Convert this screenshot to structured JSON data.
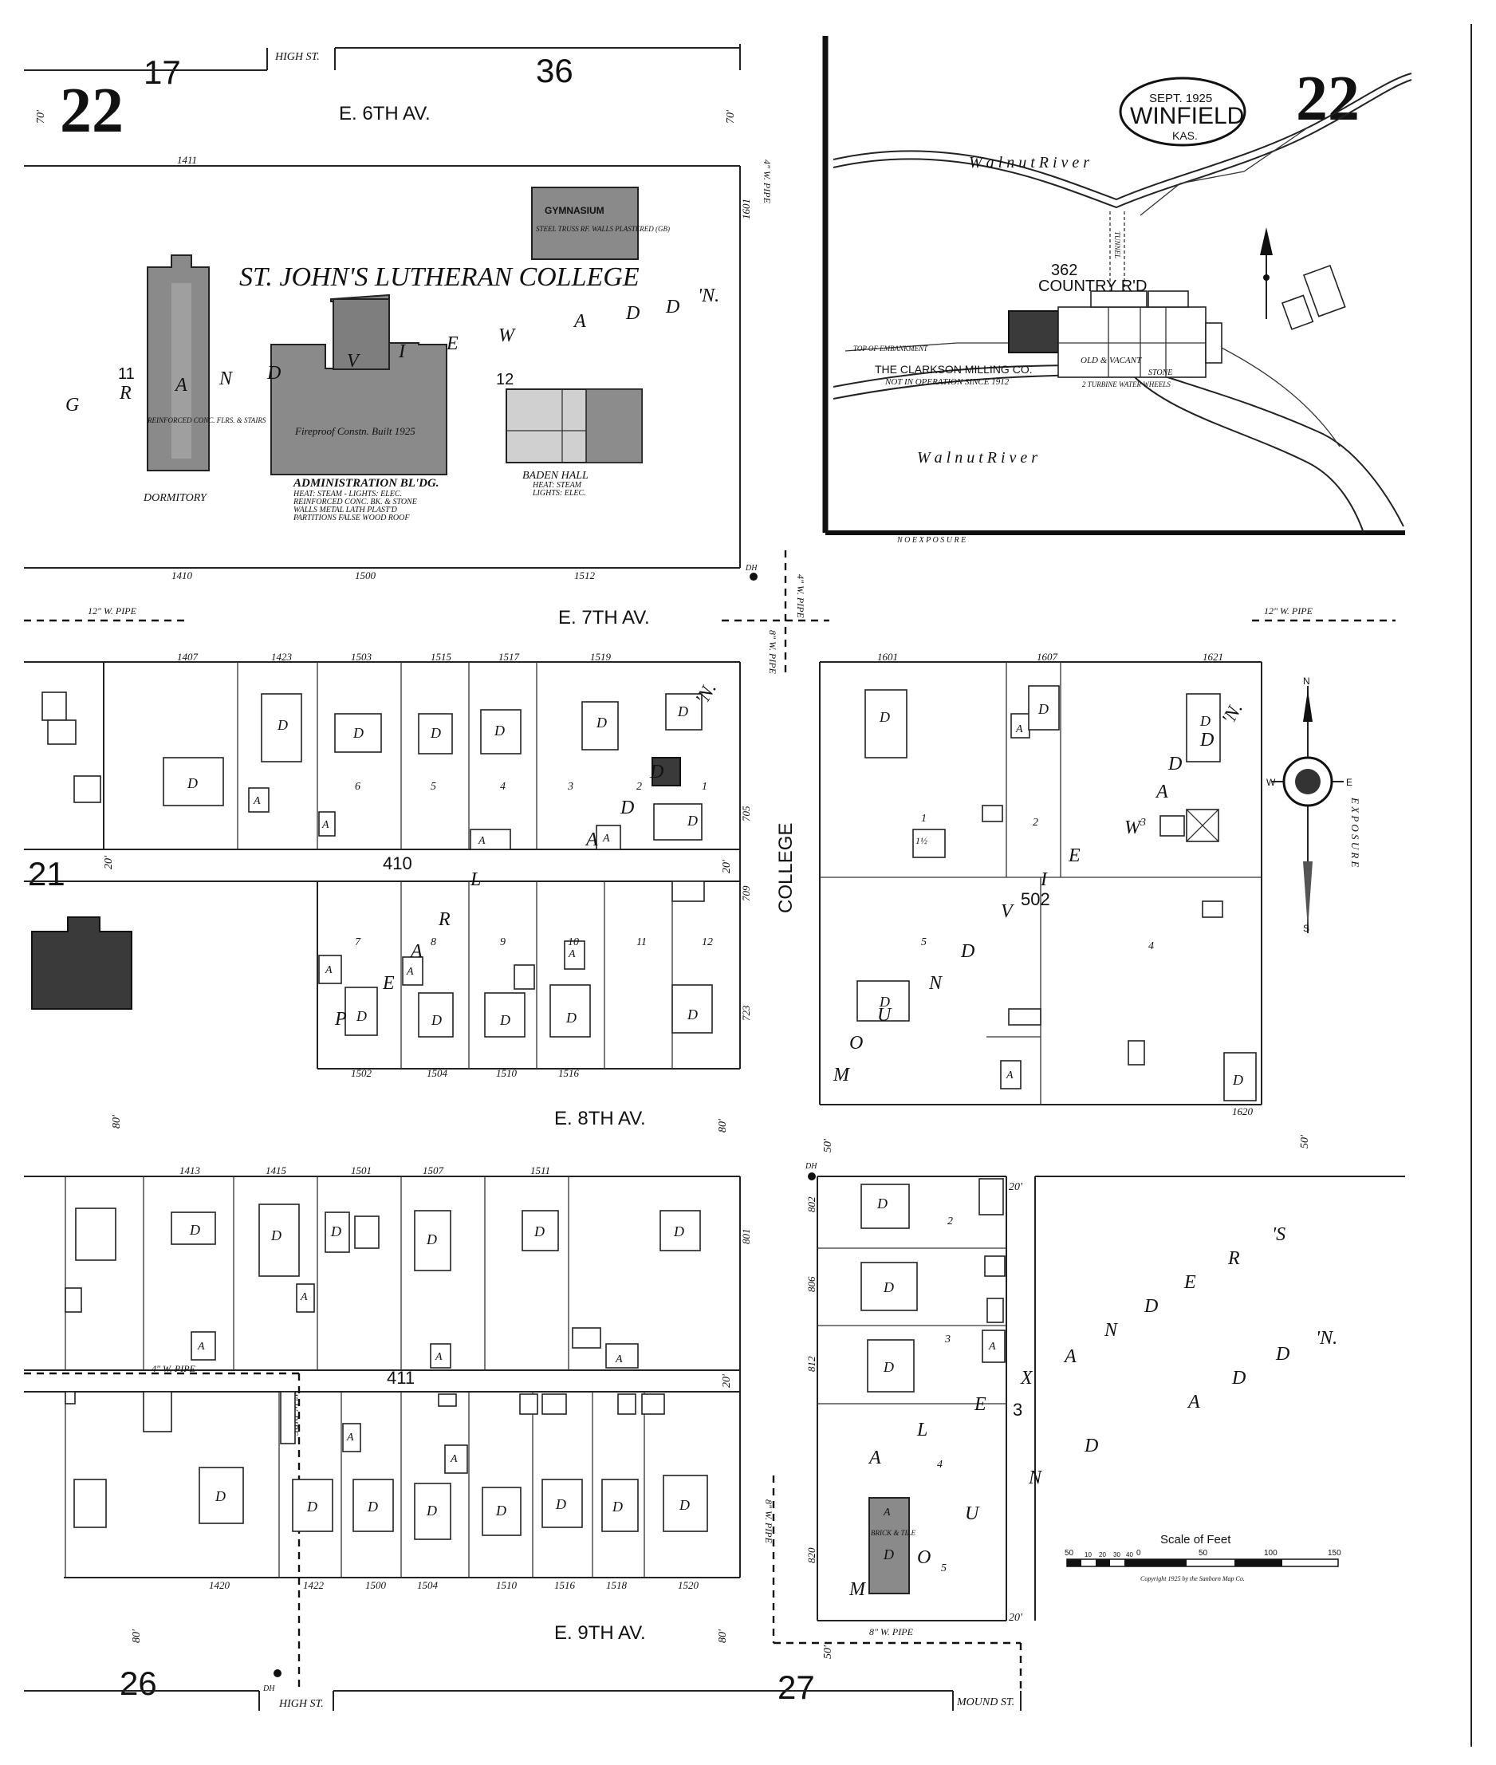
{
  "sheet": {
    "sheet_number": "22",
    "sheet_number_right": "22",
    "adjacent_sheets": {
      "top_left": "17",
      "top_mid": "36",
      "left": "21",
      "bottom_left": "26",
      "bottom_mid": "27"
    }
  },
  "title_block": {
    "date": "SEPT. 1925",
    "city": "WINFIELD",
    "state": "KAS."
  },
  "streets": {
    "e6": "E. 6TH AV.",
    "e7": "E. 7TH AV.",
    "e8": "E. 8TH AV.",
    "e9": "E. 9TH AV.",
    "college": "COLLEGE",
    "high_top": "HIGH ST.",
    "high_bottom": "HIGH ST.",
    "mound": "MOUND ST.",
    "country_rd": "COUNTRY R'D"
  },
  "blocks": {
    "b410": "410",
    "b411": "411",
    "b502": "502",
    "b3": "3",
    "b362": "362",
    "b12": "12"
  },
  "additions": {
    "grandview": "G R A N D V I E W  A D D' N.",
    "pearl": "P E A R L  A D D' N.",
    "moundview": "M O U N D V I E W  A D D' N.",
    "moundview_letters": [
      "M",
      "O",
      "U",
      "N",
      "D",
      "V",
      "I",
      "E",
      "W",
      "A",
      "D",
      "D",
      "'N."
    ],
    "alexanders": "A L E X A N D E R' S  A D D' N.",
    "mound_letters": [
      "M",
      "O",
      "U",
      "N",
      "D"
    ],
    "grand_letters": [
      "G",
      "R",
      "A",
      "N",
      "D"
    ],
    "view_letters": [
      "V",
      "I",
      "E",
      "W"
    ],
    "add_letters": [
      "A",
      "D",
      "D",
      "'N."
    ],
    "pearl_letters": [
      "P",
      "E",
      "A",
      "R",
      "L"
    ],
    "pearl_add": [
      "A",
      "D",
      "D",
      "'N."
    ],
    "alex_letters": [
      "A",
      "L",
      "E",
      "X",
      "A",
      "N",
      "D",
      "E",
      "R",
      "'S"
    ],
    "alex_add": [
      "A",
      "D",
      "D",
      "'N."
    ]
  },
  "college": {
    "name": "ST. JOHN'S LUTHERAN COLLEGE",
    "gymnasium": "GYMNASIUM",
    "gymnasium_note": "STEEL TRUSS RF. WALLS PLASTERED (GB)",
    "dormitory": "DORMITORY",
    "dormitory_note": "REINFORCED CONC. FLRS. & STAIRS",
    "admin": "ADMINISTRATION BL'DG.",
    "admin_note1": "HEAT: STEAM - LIGHTS: ELEC.",
    "admin_note2": "REINFORCED CONC. BK. & STONE",
    "admin_note3": "WALLS METAL LATH PLAST'D",
    "admin_note4": "PARTITIONS FALSE WOOD ROOF",
    "admin_build": "Fireproof Constn. Built 1925",
    "baden": "BADEN HALL",
    "baden_note1": "HEAT: STEAM",
    "baden_note2": "LIGHTS: ELEC.",
    "lot11": "11"
  },
  "inset": {
    "river_top": "W a l n u t   R i v e r",
    "river_bottom": "W a l n u t   R i v e r",
    "mill": "THE CLARKSON MILLING CO.",
    "mill_note": "NOT IN OPERATION SINCE 1912",
    "turbine": "2 TURBINE WATER WHEELS",
    "old_vacant": "OLD & VACANT",
    "stone": "STONE",
    "tunnel": "TUNNEL",
    "embankment_top": "TOP OF EMBANKMENT",
    "n_exposure": "N O   E X P O S U R E"
  },
  "pipes": {
    "p12_left": "12\" W. PIPE",
    "p12_right": "12\" W. PIPE",
    "p4_vertical_top": "4\" W. PIPE",
    "p4_top": "4\" W. PIPE",
    "p8_college": "8\" W. PIPE",
    "p4_411": "4\" W. PIPE",
    "p4_high": "4\" W. PIPE",
    "p8_bottom": "8\" W. PIPE",
    "p8_vertical": "8\" W. PIPE"
  },
  "addresses": {
    "e6_row": [
      "1411"
    ],
    "e7_north": [
      "1410",
      "1500",
      "1512"
    ],
    "e7_south": [
      "1407",
      "1423",
      "1503",
      "1515",
      "1517",
      "1519"
    ],
    "e7_south_east": [
      "1601",
      "1607",
      "1621"
    ],
    "e8_north": [
      "1502",
      "1504",
      "1510",
      "1516"
    ],
    "e8_east": [
      "1620"
    ],
    "e8_south": [
      "1413",
      "1415",
      "1501",
      "1507",
      "1511"
    ],
    "e9_north": [
      "1420",
      "1422",
      "1500",
      "1504",
      "1510",
      "1516",
      "1518",
      "1520"
    ],
    "college_side": [
      "1601",
      "705",
      "709",
      "723",
      "801",
      "802",
      "806",
      "812",
      "820"
    ]
  },
  "lots": {
    "b410_north": [
      "6",
      "5",
      "4",
      "3",
      "2",
      "1"
    ],
    "b410_south": [
      "7",
      "8",
      "9",
      "10",
      "11",
      "12"
    ],
    "b502": [
      "1",
      "2",
      "3",
      "4",
      "5"
    ],
    "b3": [
      "2",
      "3",
      "4",
      "5"
    ]
  },
  "labels": {
    "dwelling": "D",
    "auto": "A",
    "fire_hydrant": "DH",
    "exposure_right": "E X P O S U R E",
    "stories_1": "1",
    "stories_2": "2",
    "stories_half": "1½",
    "brick_tile": "BRICK & TILE",
    "widths": [
      "70'",
      "70'",
      "80'",
      "80'",
      "80'",
      "80'",
      "20'",
      "20'",
      "20'",
      "20'",
      "20'",
      "50'",
      "50'",
      "50'"
    ]
  },
  "compass": {
    "n": "N",
    "s": "S",
    "e": "E",
    "w": "W"
  },
  "scale": {
    "title": "Scale of Feet",
    "ticks": [
      "50",
      "10",
      "20",
      "30",
      "40",
      "0",
      "50",
      "100",
      "150"
    ],
    "copyright": "Copyright 1925 by the Sanborn Map Co."
  }
}
